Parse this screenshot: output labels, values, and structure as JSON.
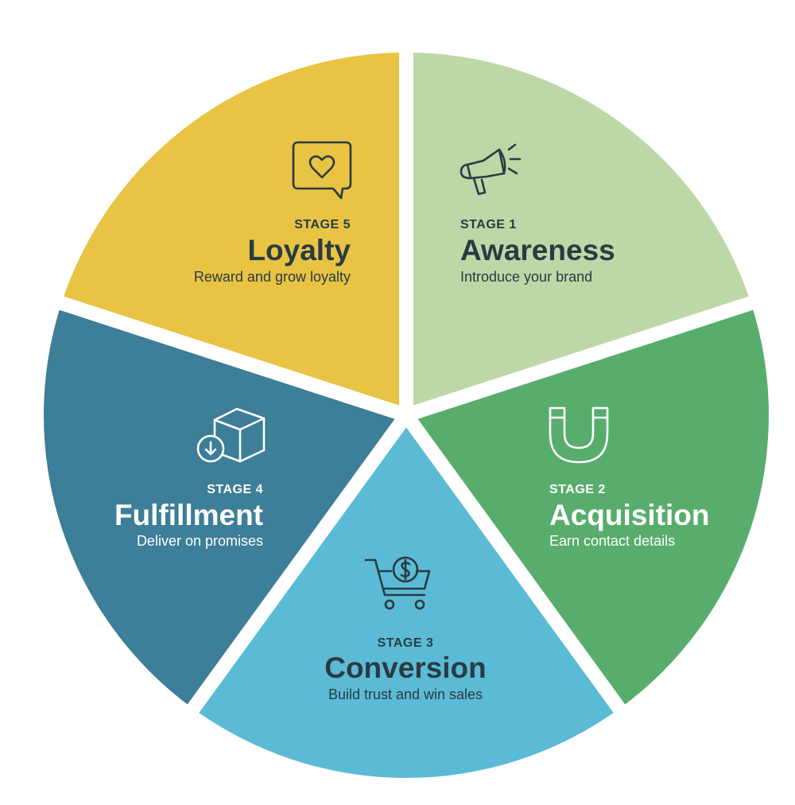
{
  "diagram": {
    "segments": [
      {
        "id": "awareness",
        "stage": "STAGE 1",
        "title": "Awareness",
        "description": "Introduce your brand",
        "icon": "megaphone-icon",
        "fill": "#bcd8a6",
        "text_color": "#2a3b42"
      },
      {
        "id": "acquisition",
        "stage": "STAGE 2",
        "title": "Acquisition",
        "description": "Earn contact details",
        "icon": "magnet-icon",
        "fill": "#58ad6c",
        "text_color": "#ffffff"
      },
      {
        "id": "conversion",
        "stage": "STAGE 3",
        "title": "Conversion",
        "description": "Build trust and win sales",
        "icon": "shopping-cart-dollar-icon",
        "fill": "#5bbbd6",
        "text_color": "#2a3b42"
      },
      {
        "id": "fulfillment",
        "stage": "STAGE 4",
        "title": "Fulfillment",
        "description": "Deliver on promises",
        "icon": "box-download-icon",
        "fill": "#3d7e98",
        "text_color": "#ffffff"
      },
      {
        "id": "loyalty",
        "stage": "STAGE 5",
        "title": "Loyalty",
        "description": "Reward and grow loyalty",
        "icon": "heart-speech-bubble-icon",
        "fill": "#e8c344",
        "text_color": "#2a3b42"
      }
    ],
    "separator_color": "#ffffff"
  }
}
